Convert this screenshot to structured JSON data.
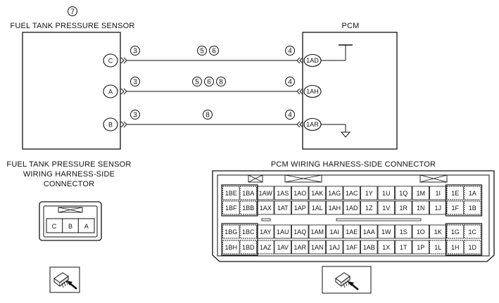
{
  "fuel_sensor": {
    "number": "7",
    "title": "FUEL TANK PRESSURE SENSOR"
  },
  "pcm": {
    "title": "PCM"
  },
  "wires": [
    {
      "sensor_pin": "C",
      "left_circle": "3",
      "mid_circles": [
        "5",
        "6"
      ],
      "right_circle": "4",
      "pcm_pin": "1AD",
      "ground": "chassis"
    },
    {
      "sensor_pin": "A",
      "left_circle": "3",
      "mid_circles": [
        "5",
        "6",
        "8"
      ],
      "right_circle": "4",
      "pcm_pin": "1AH",
      "ground": ""
    },
    {
      "sensor_pin": "B",
      "left_circle": "3",
      "mid_circles": [
        "8"
      ],
      "right_circle": "4",
      "pcm_pin": "1AR",
      "ground": "signal"
    }
  ],
  "sensor_connector": {
    "title_lines": [
      "FUEL TANK PRESSURE SENSOR",
      "WIRING HARNESS-SIDE",
      "CONNECTOR"
    ],
    "pins": [
      "C",
      "B",
      "A"
    ]
  },
  "pcm_connector": {
    "title": "PCM WIRING HARNESS-SIDE CONNECTOR",
    "rows": [
      [
        "1BE",
        "1BA",
        "1AW",
        "1AS",
        "1AO",
        "1AK",
        "1AG",
        "1AC",
        "1Y",
        "1U",
        "1Q",
        "1M",
        "1I",
        "1E",
        "1A"
      ],
      [
        "1BF",
        "1BB",
        "1AX",
        "1AT",
        "1AP",
        "1AL",
        "1AH",
        "1AD",
        "1Z",
        "1V",
        "1R",
        "1N",
        "1J",
        "1F",
        "1B"
      ],
      [
        "1BG",
        "1BC",
        "1AY",
        "1AU",
        "1AQ",
        "1AM",
        "1AI",
        "1AE",
        "1AA",
        "1W",
        "1S",
        "1O",
        "1K",
        "1G",
        "1C"
      ],
      [
        "1BH",
        "1BD",
        "1AZ",
        "1AV",
        "1AR",
        "1AN",
        "1AJ",
        "1AF",
        "1AB",
        "1X",
        "1T",
        "1P",
        "1L",
        "1H",
        "1D"
      ]
    ]
  }
}
